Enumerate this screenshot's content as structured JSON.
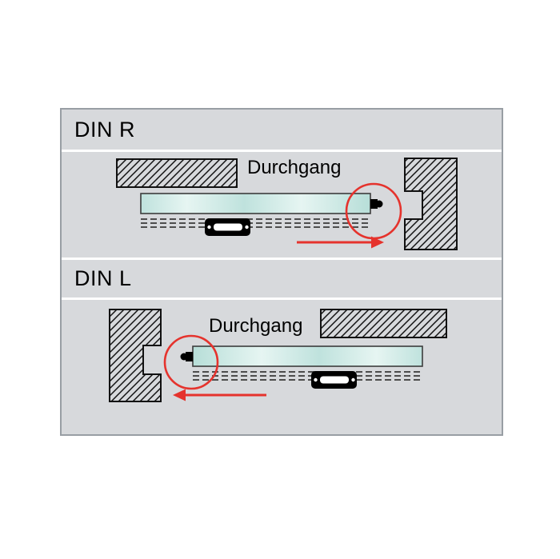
{
  "figure": {
    "description_labels": {
      "panel_r_title": "DIN R",
      "panel_l_title": "DIN L"
    },
    "panels": [
      {
        "title": "DIN R",
        "passage_label": "Durchgang",
        "direction": "right"
      },
      {
        "title": "DIN L",
        "passage_label": "Durchgang",
        "direction": "left"
      }
    ],
    "colors": {
      "panel_background": "#d7d9dc",
      "divider": "#ffffff",
      "glass_fill": "#c9e8e3",
      "glass_outline": "#3c3c3c",
      "hatch_line": "#111111",
      "handle": "#000000",
      "highlight_red": "#e5332d"
    }
  }
}
